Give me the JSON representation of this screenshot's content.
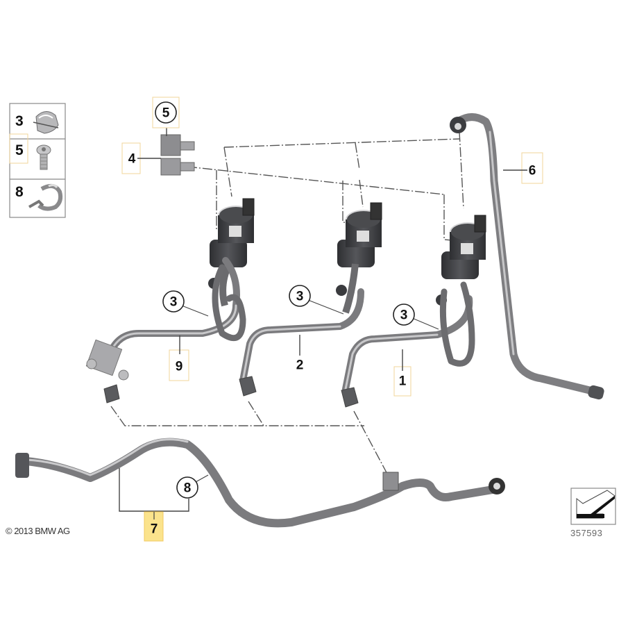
{
  "diagram": {
    "title": "Vent / crankcase hose assembly exploded parts diagram",
    "copyright": "© 2013 BMW AG",
    "diagram_id": "357593",
    "colors": {
      "hose": "#8a8a8c",
      "hose_highlight": "#c4c4c6",
      "valve_dark": "#3e3f42",
      "valve_light": "#cfcfcf",
      "leader_line": "#444444",
      "label_box": "#f3dfa4",
      "label_highlight": "#fbe38c"
    }
  },
  "legend": {
    "items": [
      {
        "number": "3",
        "part": "clip-icon"
      },
      {
        "number": "5",
        "part": "screw-icon"
      },
      {
        "number": "8",
        "part": "hose-clamp-icon"
      }
    ]
  },
  "callouts": [
    {
      "number": "1",
      "style": "boxed"
    },
    {
      "number": "2",
      "style": "plain"
    },
    {
      "number": "3",
      "style": "circled",
      "instance": "left"
    },
    {
      "number": "3",
      "style": "circled",
      "instance": "middle"
    },
    {
      "number": "3",
      "style": "circled",
      "instance": "right"
    },
    {
      "number": "4",
      "style": "boxed"
    },
    {
      "number": "5",
      "style": "circled-boxed"
    },
    {
      "number": "6",
      "style": "boxed"
    },
    {
      "number": "7",
      "style": "highlighted"
    },
    {
      "number": "8",
      "style": "circled"
    },
    {
      "number": "9",
      "style": "boxed"
    }
  ],
  "direction_indicator": {
    "icon": "direction-arrow-icon"
  }
}
